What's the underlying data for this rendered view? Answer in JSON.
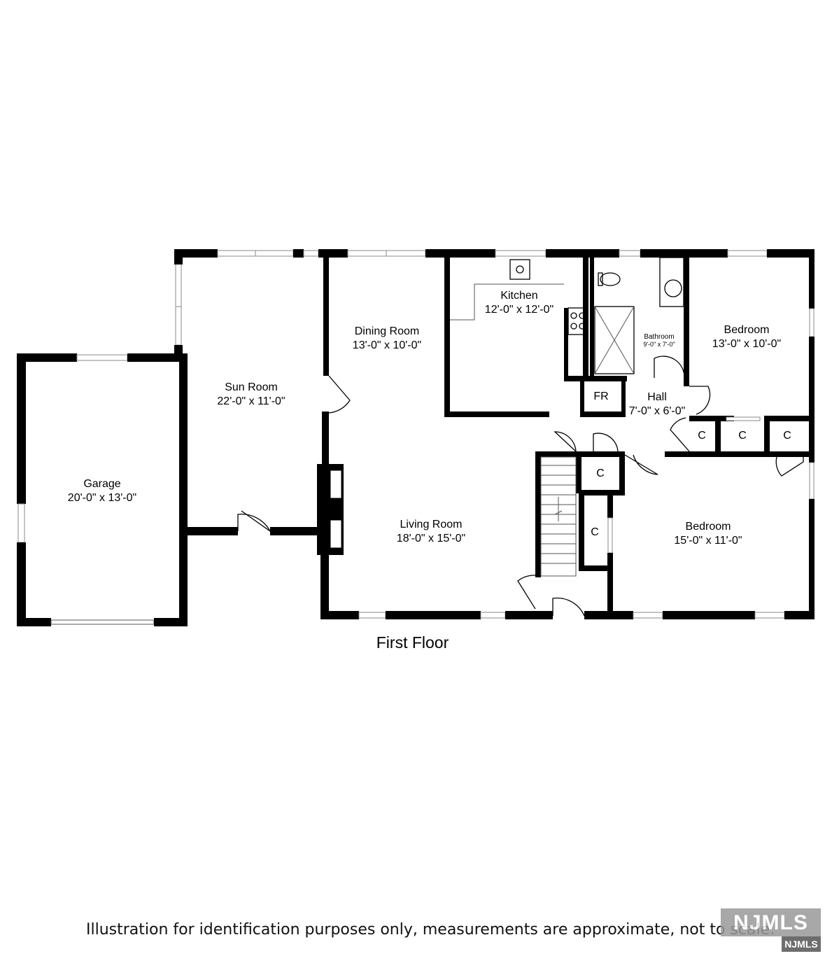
{
  "floor_title": "First Floor",
  "disclaimer": "Illustration for identification purposes only, measurements are approximate, not to scale.",
  "watermark": {
    "main": "NJMLS",
    "sub": "NJMLS"
  },
  "rooms": {
    "garage": {
      "name": "Garage",
      "size": "20'-0\" x 13'-0\""
    },
    "sun_room": {
      "name": "Sun Room",
      "size": "22'-0\" x 11'-0\""
    },
    "dining_room": {
      "name": "Dining Room",
      "size": "13'-0\" x 10'-0\""
    },
    "kitchen": {
      "name": "Kitchen",
      "size": "12'-0\" x 12'-0\""
    },
    "bathroom": {
      "name": "Bathroom",
      "size": "9'-0\" x 7'-0\""
    },
    "bedroom_1": {
      "name": "Bedroom",
      "size": "13'-0\" x 10'-0\""
    },
    "hall": {
      "name": "Hall",
      "size": "7'-0\" x 6'-0\""
    },
    "living_room": {
      "name": "Living Room",
      "size": "18'-0\" x 15'-0\""
    },
    "bedroom_2": {
      "name": "Bedroom",
      "size": "15'-0\" x 11'-0\""
    }
  },
  "closets": {
    "fr": "FR",
    "c": "C"
  }
}
